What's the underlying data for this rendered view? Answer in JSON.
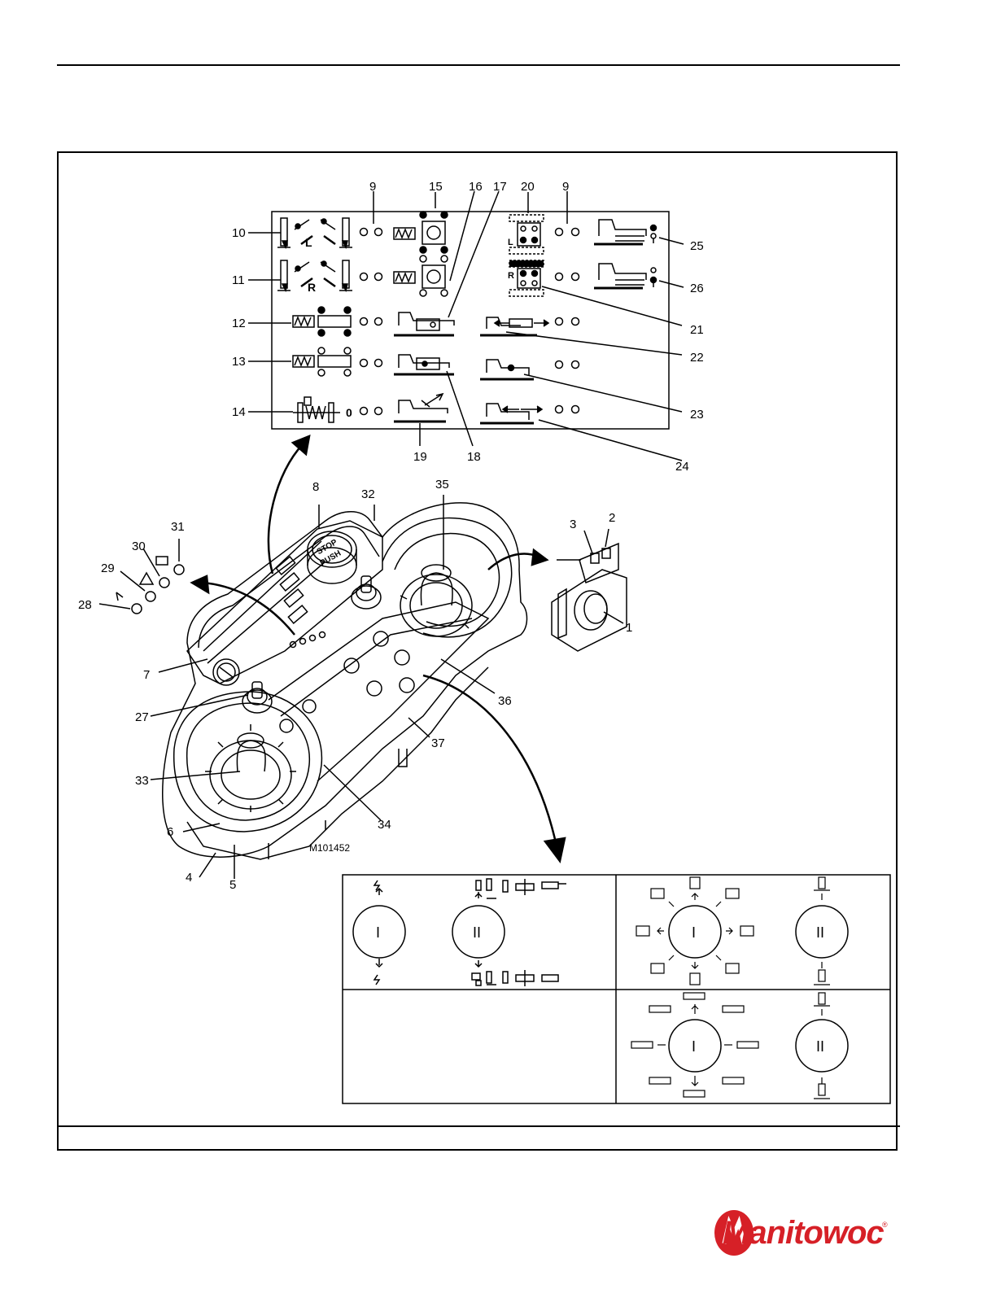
{
  "figure": {
    "id": "M101452",
    "callouts": [
      "1",
      "2",
      "3",
      "4",
      "5",
      "6",
      "7",
      "8",
      "9",
      "9",
      "10",
      "11",
      "12",
      "13",
      "14",
      "15",
      "16",
      "17",
      "18",
      "19",
      "20",
      "21",
      "22",
      "23",
      "24",
      "25",
      "26",
      "27",
      "28",
      "29",
      "30",
      "31",
      "32",
      "33",
      "34",
      "35",
      "36",
      "37"
    ],
    "panel_letters": {
      "left": "L",
      "right": "R",
      "zero": "0"
    },
    "stop_button": {
      "line1": "STOP",
      "line2": "PUSH"
    },
    "joystick_panels": {
      "top_left": {
        "pos1": "I",
        "pos2": "II"
      },
      "top_right": {
        "pos1": "I",
        "pos2": "II"
      },
      "bottom_right": {
        "pos1": "I",
        "pos2": "II"
      }
    }
  },
  "brand": {
    "name": "Manitowoc",
    "reg": "®",
    "color": "#d62027"
  }
}
